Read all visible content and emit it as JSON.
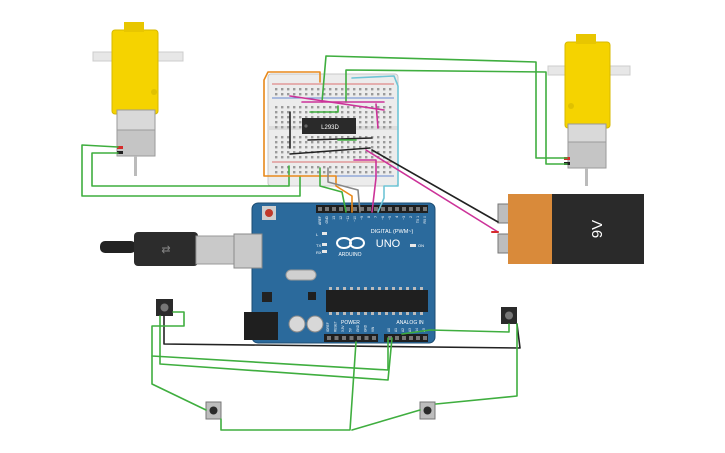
{
  "chip": {
    "label": "L293D"
  },
  "battery": {
    "label": "9V"
  },
  "arduino": {
    "logo": "UNO",
    "brand": "ARDUINO",
    "digital_header": "DIGITAL (PWM~)",
    "power_label": "POWER",
    "analog_label": "ANALOG IN",
    "tx_label": "TX",
    "rx_label": "RX",
    "on_label": "ON",
    "l_label": "L",
    "digital_pins": [
      "AREF",
      "GND",
      "13",
      "12",
      "~11",
      "~10",
      "~9",
      "8",
      "7",
      "~6",
      "~5",
      "4",
      "~3",
      "2",
      "TX 1",
      "RX 0"
    ],
    "power_pins": [
      "IOREF",
      "RESET",
      "3.3V",
      "5V",
      "GND",
      "GND",
      "VIN"
    ],
    "analog_pins": [
      "A0",
      "A1",
      "A2",
      "A3",
      "A4",
      "A5"
    ]
  },
  "colors": {
    "board": "#2b6a9c",
    "motor_yellow": "#f5d300",
    "battery_orange": "#d98a3a",
    "wire_green": "#3fae3f",
    "wire_orange": "#e8891b",
    "wire_cyan": "#6fc5d6",
    "wire_magenta": "#cc3399",
    "wire_black": "#222222",
    "wire_red": "#d62b2b",
    "breadboard": "#ececec"
  }
}
